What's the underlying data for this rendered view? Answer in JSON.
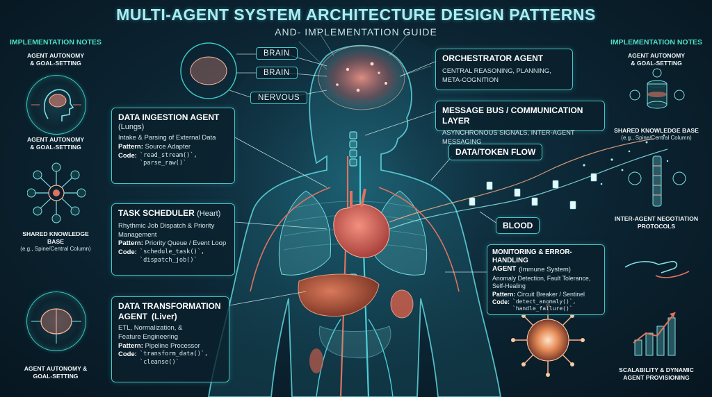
{
  "header": {
    "title": "MULTI-AGENT SYSTEM ARCHITECTURE DESIGN PATTERNS",
    "subtitle": "AND- IMPLEMENTATION GUIDE"
  },
  "left_panel": {
    "heading": "IMPLEMENTATION NOTES",
    "top_caption": "AGENT AUTONOMY\n& GOAL-SETTING",
    "items": [
      {
        "caption": "AGENT AUTONOMY\n& GOAL-SETTING",
        "sub": "",
        "icon": "head-brain-icon"
      },
      {
        "caption": "SHARED KNOWLEDGE\nBASE",
        "sub": "(e.g., Spine/Central Column)",
        "icon": "network-hub-icon"
      },
      {
        "caption": "AGENT AUTONOMY &\nGOAL-SETTING",
        "sub": "",
        "icon": "brain-circuit-icon"
      }
    ]
  },
  "right_panel": {
    "heading": "IMPLEMENTATION NOTES",
    "top_caption": "AGENT AUTONOMY\n& GOAL-SETTING",
    "items": [
      {
        "caption": "SHARED KNOWLEDGE BASE",
        "sub": "(e.g., Spine/Central Column)",
        "icon": "database-icon"
      },
      {
        "caption": "INTER-AGENT NEGOTIATION\nPROTOCOLS",
        "sub": "",
        "icon": "handshake-icon"
      },
      {
        "caption": "SCALABILITY & DYNAMIC\nAGENT PROVISIONING",
        "sub": "",
        "icon": "growth-chart-icon"
      }
    ]
  },
  "brain_labels": [
    "BRAIN",
    "BRAIN",
    "NERVOUS"
  ],
  "cards": {
    "orchestrator": {
      "title": "ORCHESTRATOR AGENT",
      "desc": "CENTRAL REASONING, PLANNING,\nMETA-COGNITION"
    },
    "message_bus": {
      "title": "MESSAGE BUS / COMMUNICATION LAYER",
      "desc": "ASYNCHRONOUS SIGNALS, INTER-AGENT MESSAGING"
    },
    "data_ingestion": {
      "title": "DATA INGESTION AGENT",
      "organ": "(Lungs)",
      "desc": "Intake & Parsing of External Data",
      "pattern_label": "Pattern:",
      "pattern": "Source Adapter",
      "code_label": "Code:",
      "code": "`read_stream()`,\n`parse_raw()`"
    },
    "task_scheduler": {
      "title": "TASK SCHEDULER",
      "organ": "(Heart)",
      "desc": "Rhythmic Job Dispatch & Priority\nManagement",
      "pattern_label": "Pattern:",
      "pattern": "Priority Queue / Event Loop",
      "code_label": "Code:",
      "code": "`schedule_task()`,\n`dispatch_job()`"
    },
    "data_transformation": {
      "title": "DATA TRANSFORMATION\nAGENT",
      "organ": "(Liver)",
      "desc": "ETL, Normalization, &\nFeature Engineering",
      "pattern_label": "Pattern:",
      "pattern": "Pipeline Processor",
      "code_label": "Code:",
      "code": "`transform_data()`,\n`cleanse()`"
    },
    "monitoring": {
      "title": "MONITORING & ERROR-HANDLING\nAGENT",
      "organ": "(Immune System)",
      "desc": "Anomaly Detection, Fault Tolerance,\nSelf-Healing",
      "pattern_label": "Pattern:",
      "pattern": "Circuit Breaker / Sentinel",
      "code_label": "Code:",
      "code": "`detect_anomaly()`,\n`handle_failure()`"
    }
  },
  "flow_labels": {
    "data_token": "DATA/TOKEN FLOW",
    "blood": "BLOOD"
  },
  "colors": {
    "accent": "#48c6c8",
    "artery": "#e0735f",
    "heading": "#4ee0c8",
    "background": "#0b2230"
  }
}
